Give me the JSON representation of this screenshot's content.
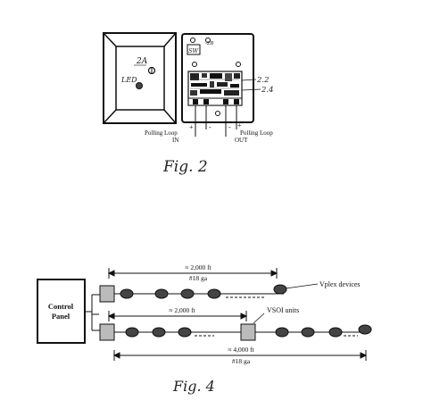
{
  "fig2": {
    "detector_label": "2A",
    "led_label": "LED",
    "board_label": "SW",
    "board_label2": "-2B",
    "ref_22": "2.2",
    "ref_24": "2.4",
    "plus_in": "+",
    "minus_in": "-",
    "plus_out": "+",
    "minus_out": "-",
    "loop_in_line1": "Polling Loop",
    "loop_in_line2": "IN",
    "loop_out_line1": "Polling Loop",
    "loop_out_line2": "OUT",
    "caption": "Fig. 2"
  },
  "fig4": {
    "control_line1": "Control",
    "control_line2": "Panel",
    "dim_top": "≈ 2,000 ft",
    "gauge_top": "#18 ga",
    "vplex_label": "Vplex devices",
    "dim_mid": "≈ 2,000 ft",
    "vsoi_label": "VSOI units",
    "dim_bottom": "≈ 4,000 ft",
    "gauge_bottom": "#18 ga",
    "caption": "Fig. 4"
  }
}
